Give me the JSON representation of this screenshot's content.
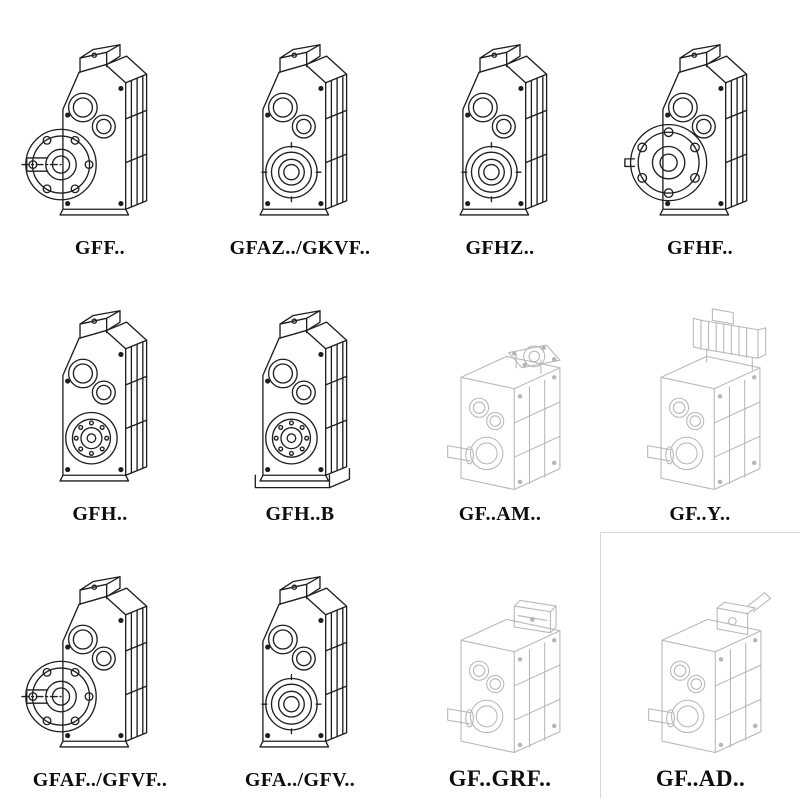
{
  "page": {
    "background": "#ffffff",
    "colors": {
      "ink": "#1f1f1f",
      "faint_line": "#b6b6b6",
      "cell_border": "#d9d9d9"
    }
  },
  "grid": {
    "columns": 4,
    "rows": 3,
    "items": [
      {
        "label": "GFF..",
        "drawing": "flange-shaft-gearbox",
        "line_style": "solid"
      },
      {
        "label": "GFAZ../GKVF..",
        "drawing": "hollow-shaft-gearbox",
        "line_style": "solid"
      },
      {
        "label": "GFHZ..",
        "drawing": "hollow-shaft-gearbox",
        "line_style": "solid"
      },
      {
        "label": "GFHF..",
        "drawing": "flange-mounted-gearbox",
        "line_style": "solid"
      },
      {
        "label": "GFH..",
        "drawing": "shaft-mounted-gearbox",
        "line_style": "solid"
      },
      {
        "label": "GFH..B",
        "drawing": "shaft-mounted-gearbox-base",
        "line_style": "solid"
      },
      {
        "label": "GF..AM..",
        "drawing": "gearbox-iec-motor-flange",
        "line_style": "faint"
      },
      {
        "label": "GF..Y..",
        "drawing": "gearbox-with-motor",
        "line_style": "faint"
      },
      {
        "label": "GFAF../GFVF..",
        "drawing": "flange-shaft-gearbox",
        "line_style": "solid"
      },
      {
        "label": "GFA../GFV..",
        "drawing": "hollow-shaft-gearbox",
        "line_style": "solid"
      },
      {
        "label": "GF..GRF..",
        "drawing": "gearbox-with-cover",
        "line_style": "faint"
      },
      {
        "label": "GF..AD..",
        "drawing": "gearbox-input-shaft-adapter",
        "line_style": "faint"
      }
    ]
  }
}
